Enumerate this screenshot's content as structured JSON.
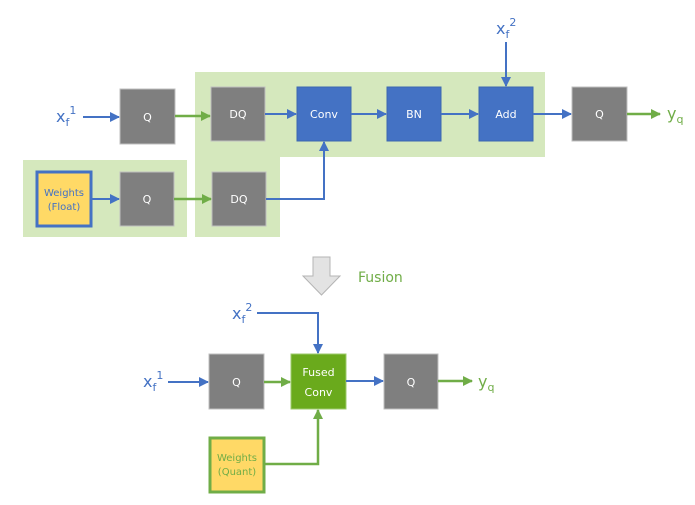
{
  "colors": {
    "quant_gray": "#7f7f7f",
    "float_blue": "#4472c4",
    "quant_green": "#70ad47",
    "fused_green": "#6aaa1c",
    "region_green": "#d5e8bd",
    "weights_yellow": "#ffd966",
    "fusion_arrow": "#d9d9d9"
  },
  "top": {
    "input1": {
      "base": "x",
      "sub": "f",
      "sup": "1"
    },
    "input2": {
      "base": "x",
      "sub": "f",
      "sup": "2"
    },
    "output": {
      "base": "y",
      "sub": "q"
    },
    "weights": {
      "line1": "Weights",
      "line2": "(Float)"
    },
    "blocks": {
      "q_input": "Q",
      "q_weights": "Q",
      "dq_input": "DQ",
      "dq_weights": "DQ",
      "conv": "Conv",
      "bn": "BN",
      "add": "Add",
      "q_output": "Q"
    }
  },
  "fusion": {
    "label": "Fusion"
  },
  "bottom": {
    "input1": {
      "base": "x",
      "sub": "f",
      "sup": "1"
    },
    "input2": {
      "base": "x",
      "sub": "f",
      "sup": "2"
    },
    "output": {
      "base": "y",
      "sub": "q"
    },
    "weights": {
      "line1": "Weights",
      "line2": "(Quant)"
    },
    "blocks": {
      "q_input": "Q",
      "fused_conv_line1": "Fused",
      "fused_conv_line2": "Conv",
      "q_output": "Q"
    }
  }
}
